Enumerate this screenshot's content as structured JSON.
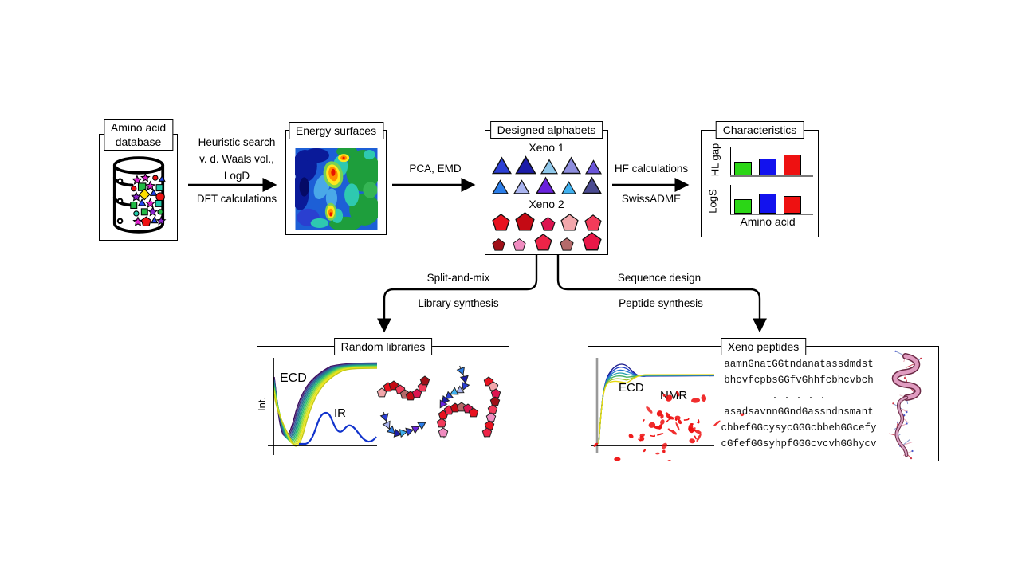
{
  "figure": {
    "nodes": {
      "amino_db": {
        "title_line1": "Amino acid",
        "title_line2": "database",
        "shape_palette": [
          "#ee1111",
          "#22bb44",
          "#dd22cc",
          "#2244ee",
          "#ffdd00",
          "#22ccaa",
          "#8822cc",
          "#ee7700"
        ]
      },
      "energy_surfaces": {
        "title": "Energy surfaces"
      },
      "designed_alphabets": {
        "title": "Designed alphabets",
        "xeno1_label": "Xeno 1",
        "xeno1_colors": [
          "#2b3fd4",
          "#1c1ca8",
          "#8ec7ea",
          "#8d8ddd",
          "#6a55d8",
          "#2b7de8",
          "#aab4ef",
          "#6a22dd",
          "#3fb0ee",
          "#4a4a90"
        ],
        "xeno2_label": "Xeno 2",
        "xeno2_colors": [
          "#e8121f",
          "#c40a14",
          "#dd1450",
          "#f2a7ab",
          "#f23b5a",
          "#a01018",
          "#f08cc0",
          "#ee2448",
          "#b46a6a",
          "#e81848"
        ]
      },
      "characteristics": {
        "title": "Characteristics",
        "charts": [
          {
            "ylabel": "HL gap",
            "values": [
              0.55,
              0.68,
              0.84
            ]
          },
          {
            "ylabel": "LogS",
            "values": [
              0.58,
              0.81,
              0.71
            ]
          }
        ],
        "bar_colors": [
          "#2bd616",
          "#1212ee",
          "#ee1111"
        ],
        "xlabel": "Amino acid"
      },
      "random_libraries": {
        "title": "Random libraries",
        "ecd_label": "ECD",
        "ir_label": "IR",
        "yaxis_label": "Int.",
        "curve_colors": [
          "#3b0a5e",
          "#46327e",
          "#2d5e9e",
          "#2b748e",
          "#21918c",
          "#27ad81",
          "#3ec962",
          "#7ad151",
          "#aadc32",
          "#d8e219",
          "#f2e51e",
          "#c2c916"
        ]
      },
      "xeno_peptides": {
        "title": "Xeno peptides",
        "ecd_label": "ECD",
        "nmr_label": "NMR",
        "curve_colors": [
          "#1a1a8c",
          "#2244cc",
          "#2277cc",
          "#22a0aa",
          "#44b063",
          "#9cc22a",
          "#e8d80e"
        ],
        "sequences": [
          "aamnGnatGGtndanatassdmdst",
          "bhcvfcpbsGGfvGhhfcbhcvbch",
          ". . . . .",
          "asadsavnnGGndGassndnsmant",
          "cbbefGGcysycGGGcbbehGGcefy",
          "cGfefGGsyhpfGGGcvcvhGGhycv"
        ]
      }
    },
    "arrows": {
      "a1_top1": "Heuristic search",
      "a1_top2": "v. d. Waals vol.,",
      "a1_top3": "LogD",
      "a1_bottom": "DFT calculations",
      "a2_top": "PCA, EMD",
      "a3_top": "HF calculations",
      "a3_bottom": "SwissADME",
      "left_top": "Split-and-mix",
      "left_bottom": "Library synthesis",
      "right_top": "Sequence design",
      "right_bottom": "Peptide synthesis"
    }
  }
}
